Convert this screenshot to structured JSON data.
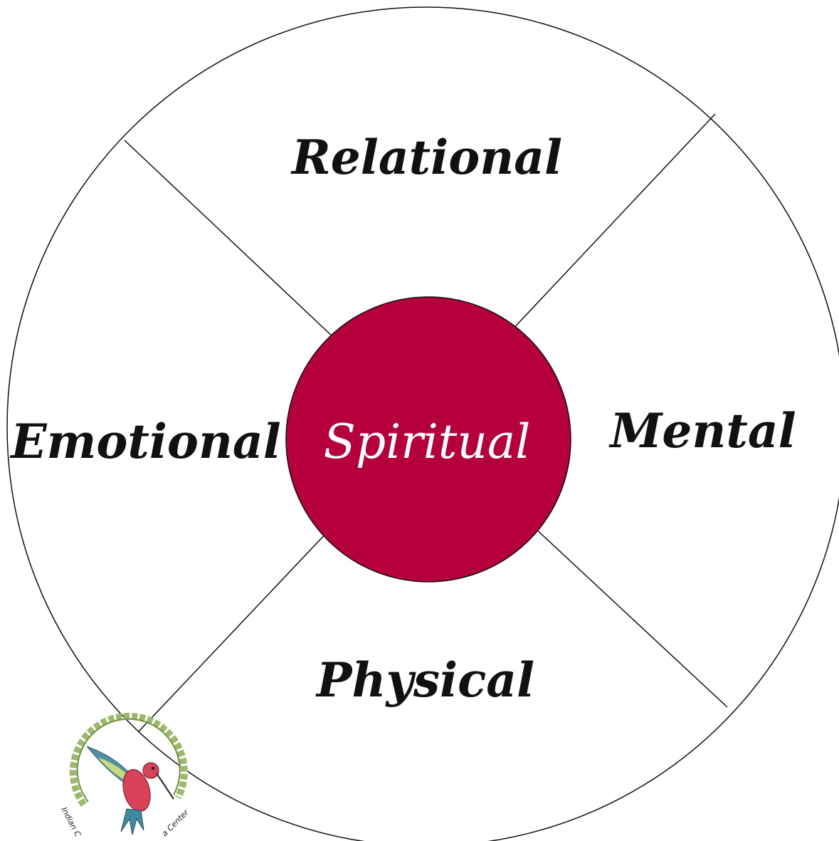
{
  "diagram": {
    "quadrants": {
      "top": "Relational",
      "left": "Emotional",
      "right": "Mental",
      "bottom": "Physical"
    },
    "center": "Spiritual",
    "colors": {
      "center_fill": "#b5003c",
      "lines": "#111111",
      "background": "#ffffff"
    }
  },
  "logo": {
    "left_text": "Indian C",
    "right_text": "a Center",
    "icon": "hummingbird-icon"
  }
}
